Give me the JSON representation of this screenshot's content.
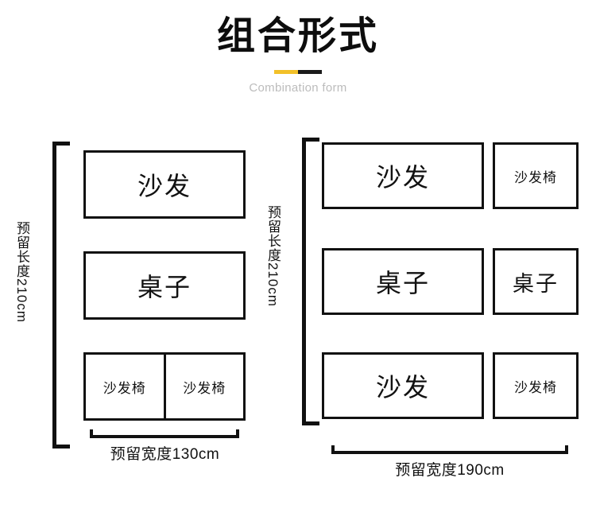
{
  "header": {
    "title": "组合形式",
    "subtitle": "Combination form",
    "divider_yellow": "#f2c029",
    "divider_dark": "#1b1b1b"
  },
  "diagrams": [
    {
      "id": "left",
      "length_label": "预留长度210cm",
      "width_label": "预留宽度130cm",
      "rows": [
        {
          "items": [
            {
              "label": "沙发",
              "size": "lg"
            }
          ]
        },
        {
          "items": [
            {
              "label": "桌子",
              "size": "lg"
            }
          ]
        },
        {
          "items": [
            {
              "label": "沙发椅",
              "size": "sm"
            },
            {
              "label": "沙发椅",
              "size": "sm"
            }
          ]
        }
      ]
    },
    {
      "id": "right",
      "length_label": "预留长度210cm",
      "width_label": "预留宽度190cm",
      "rows": [
        {
          "items": [
            {
              "label": "沙发",
              "size": "lg"
            },
            {
              "label": "沙发椅",
              "size": "sm"
            }
          ]
        },
        {
          "items": [
            {
              "label": "桌子",
              "size": "lg"
            },
            {
              "label": "桌子",
              "size": "md"
            }
          ]
        },
        {
          "items": [
            {
              "label": "沙发",
              "size": "lg"
            },
            {
              "label": "沙发椅",
              "size": "sm"
            }
          ]
        }
      ]
    }
  ]
}
